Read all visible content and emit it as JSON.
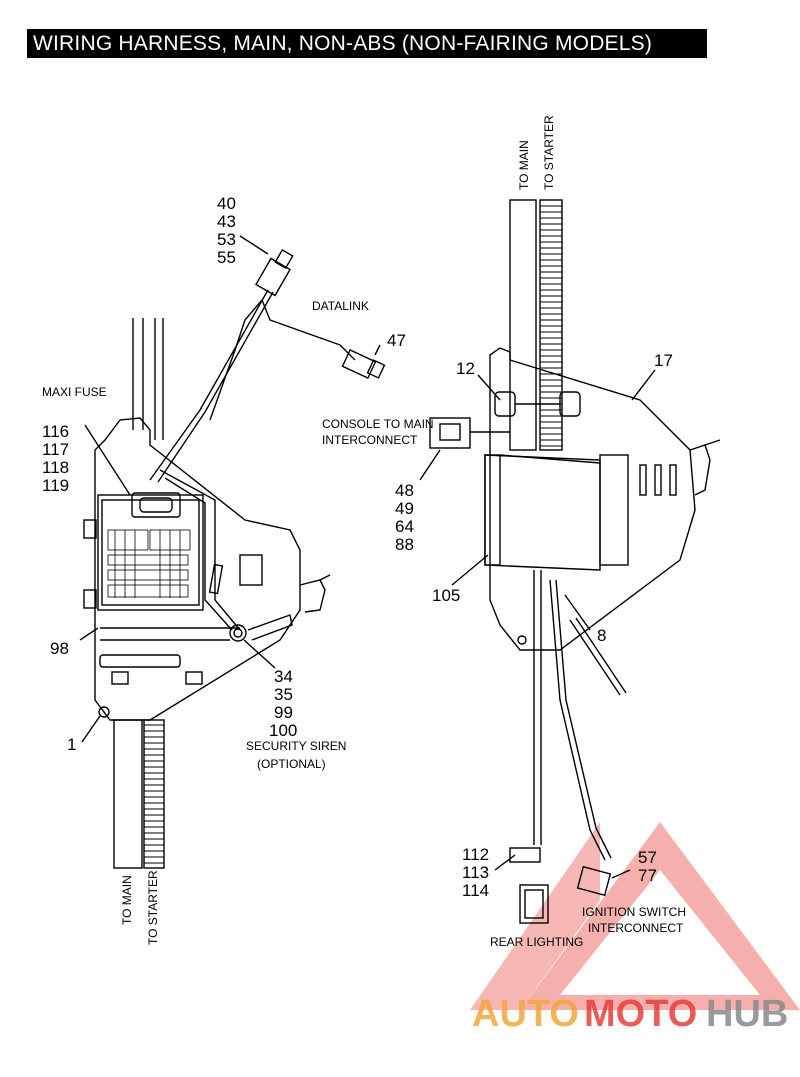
{
  "title": "WIRING HARNESS, MAIN, NON-ABS (NON-FAIRING MODELS)",
  "left_assembly": {
    "labels": {
      "p40": "40",
      "p43": "43",
      "p53": "53",
      "p55": "55",
      "datalink": "DATALINK",
      "p47": "47",
      "maxi_fuse": "MAXI FUSE",
      "p116": "116",
      "p117": "117",
      "p118": "118",
      "p119": "119",
      "p98": "98",
      "p34": "34",
      "p35": "35",
      "p99": "99",
      "p100": "100",
      "security_siren": "SECURITY SIREN",
      "optional": "(OPTIONAL)",
      "p1": "1",
      "to_main": "TO MAIN",
      "to_starter": "TO STARTER"
    }
  },
  "right_assembly": {
    "labels": {
      "to_main": "TO MAIN",
      "to_starter": "TO STARTER",
      "p12": "12",
      "p17": "17",
      "console_to_main": "CONSOLE TO MAIN",
      "interconnect": "INTERCONNECT",
      "p48": "48",
      "p49": "49",
      "p64": "64",
      "p88": "88",
      "p105": "105",
      "p8": "8",
      "p112": "112",
      "p113": "113",
      "p114": "114",
      "p57": "57",
      "p77": "77",
      "ignition_switch": "IGNITION SWITCH",
      "ignition_interconnect": "INTERCONNECT",
      "rear_lighting": "REAR LIGHTING"
    }
  },
  "watermark": {
    "part1": "AUTO",
    "part2": "MOTO",
    "part3": "HUB",
    "color_orange": "#f4a73b",
    "color_red": "#e8403a",
    "color_gray": "#8a8a8a"
  }
}
